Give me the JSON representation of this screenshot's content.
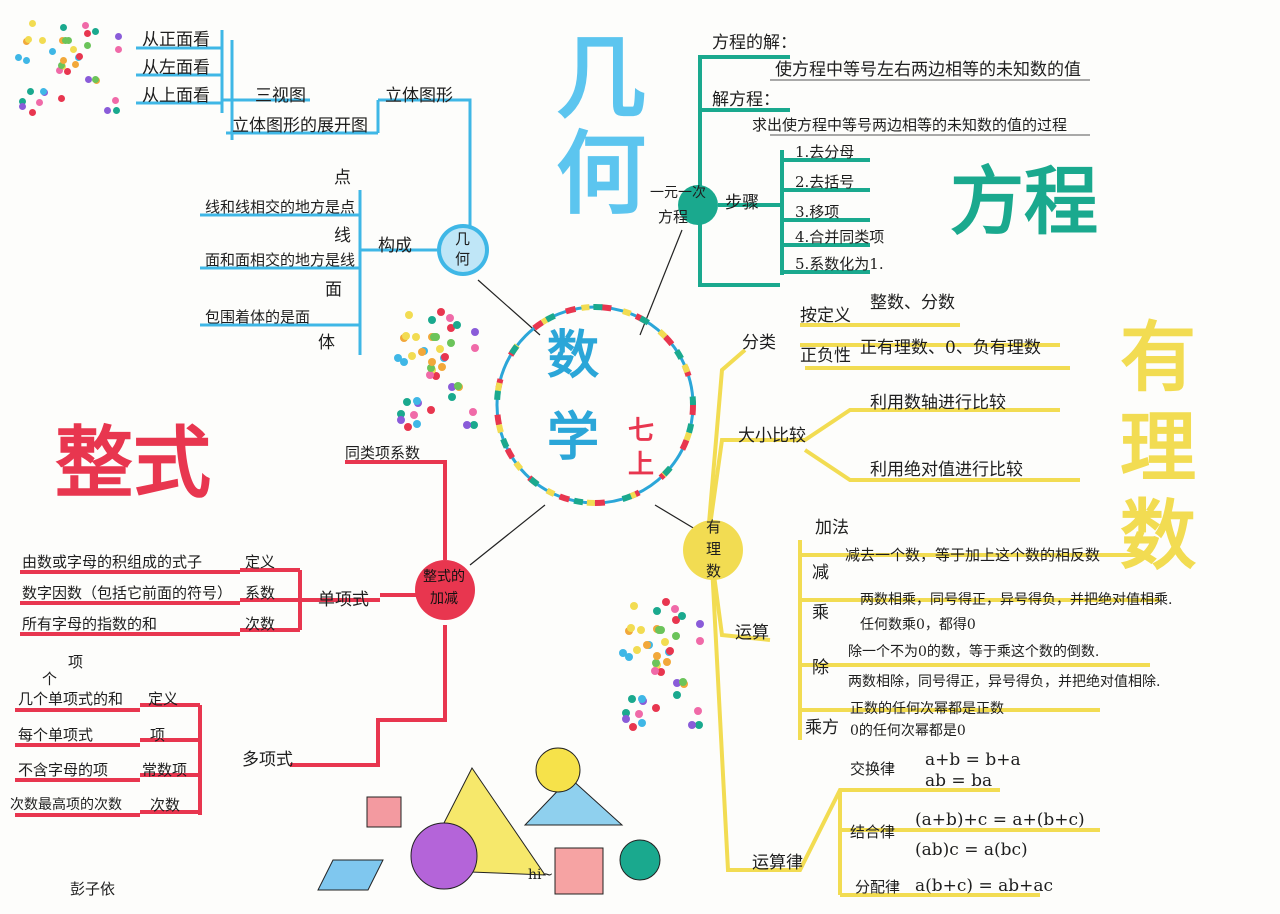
{
  "center": {
    "title_1": "数",
    "title_2": "学",
    "subtitle_1": "七",
    "subtitle_2": "上"
  },
  "branches": {
    "geometry": {
      "node_1": "几",
      "node_2": "何",
      "big_title": "几何"
    },
    "equation": {
      "node_1": "一元一次",
      "node_2": "方程",
      "big_title": "方程"
    },
    "rational": {
      "node_1": "有",
      "node_2": "理",
      "node_3": "数",
      "big_title_1": "有",
      "big_title_2": "理",
      "big_title_3": "数"
    },
    "polynomial": {
      "node_1": "整式的",
      "node_2": "加减",
      "big_title": "整式"
    }
  },
  "geometry": {
    "solid_figure": "立体图形",
    "three_views": "三视图",
    "views": [
      "从正面看",
      "从左面看",
      "从上面看"
    ],
    "unfold": "立体图形的展开图",
    "composition": "构成",
    "elements": [
      "点",
      "线",
      "面",
      "体"
    ],
    "descriptions": [
      "线和线相交的地方是点",
      "面和面相交的地方是线",
      "包围着体的是面"
    ]
  },
  "equation": {
    "solution_label": "方程的解：",
    "solution_text": "使方程中等号左右两边相等的未知数的值",
    "solving_label": "解方程：",
    "solving_text": "求出使方程中等号两边相等的未知数的值的过程",
    "steps_label": "步骤",
    "steps": [
      "1.去分母",
      "2.去括号",
      "3.移项",
      "4.合并同类项",
      "5.系数化为1."
    ]
  },
  "rational": {
    "classify": "分类",
    "by_definition": "按定义",
    "by_definition_value": "整数、分数",
    "by_sign": "正负性",
    "by_sign_value": "正有理数、0、负有理数",
    "compare": "大小比较",
    "compare_1": "利用数轴进行比较",
    "compare_2": "利用绝对值进行比较",
    "operations": "运算",
    "add": "加法",
    "subtract": "减",
    "subtract_rule": "减去一个数，等于加上这个数的相反数",
    "multiply": "乘",
    "multiply_rule_1": "两数相乘，同号得正，异号得负，并把绝对值相乘.",
    "multiply_rule_2": "任何数乘0，都得0",
    "divide": "除",
    "divide_rule_1": "除一个不为0的数，等于乘这个数的倒数.",
    "divide_rule_2": "两数相除，同号得正，异号得负，并把绝对值相除.",
    "power": "乘方",
    "power_rule_1": "正数的任何次幂都是正数",
    "power_rule_2": "0的任何次幂都是0",
    "laws": "运算律",
    "commutative": "交换律",
    "commutative_1": "a+b = b+a",
    "commutative_2": "ab = ba",
    "associative": "结合律",
    "associative_1": "(a+b)+c = a+(b+c)",
    "associative_2": "(ab)c = a(bc)",
    "distributive": "分配律",
    "distributive_1": "a(b+c) = ab+ac"
  },
  "polynomial": {
    "like_terms": "同类项系数",
    "monomial": "单项式",
    "monomial_rows": [
      {
        "left": "由数或字母的积组成的式子",
        "right": "定义"
      },
      {
        "left": "数字因数（包括它前面的符号）",
        "right": "系数"
      },
      {
        "left": "所有字母的指数的和",
        "right": "次数"
      }
    ],
    "multinomial": "多项式",
    "term_note": "项",
    "count_note": "个",
    "multinomial_rows": [
      {
        "left": "几个单项式的和",
        "right": "定义"
      },
      {
        "left": "每个单项式",
        "right": "项"
      },
      {
        "left": "不含字母的项",
        "right": "常数项"
      },
      {
        "left": "次数最高项的次数",
        "right": "次数"
      }
    ]
  },
  "decor": {
    "greeting": "hi~",
    "author": "彭子依"
  },
  "colors": {
    "geometry": "#3fb7e6",
    "equation": "#1aa98e",
    "rational": "#f2dc52",
    "polynomial": "#e8364f",
    "center": "#2ba6d8"
  }
}
